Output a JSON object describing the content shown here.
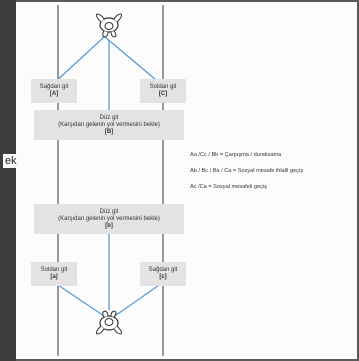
{
  "side_label": "ek",
  "boxes": {
    "A": {
      "text": "Sağdan git",
      "code": "[A]"
    },
    "C": {
      "text": "Soldan git",
      "code": "[C]"
    },
    "B": {
      "line1": "Düz git",
      "line2": "(Karşıdan gelenin yol vermesini bekle)",
      "code": "[B]"
    },
    "b": {
      "line1": "Düz git",
      "line2": "(Karşıdan gelenin yol vermesini bekle)",
      "code": "[b]"
    },
    "a": {
      "text": "Soldan git",
      "code": "[a]"
    },
    "c": {
      "text": "Sağdan git",
      "code": "[c]"
    }
  },
  "legend": [
    "Aa /Cc / Bb = Çarpışma / duraksama",
    "Ab / Bc / Ba / Ca = Sosyal mesafe ihlalli geçiş",
    "Ac /Ca = Sosyal mesafeli geçiş"
  ],
  "colors": {
    "route_line": "#5b9bd5",
    "path_line": "#333333",
    "box_fill": "#e3e3e3"
  },
  "icons": [
    "person-top-view-icon",
    "person-top-view-icon"
  ]
}
